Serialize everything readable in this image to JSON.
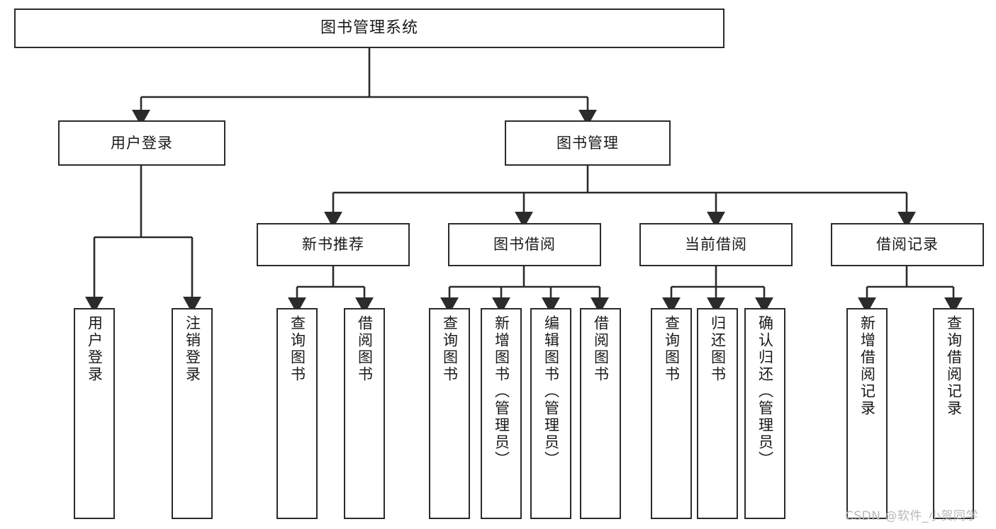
{
  "diagram": {
    "type": "tree",
    "title": "图书管理系统",
    "orientation": "top-down",
    "style": {
      "box_border_color": "#2b2b2b",
      "box_fill_color": "#ffffff",
      "edge_color": "#2b2b2b",
      "background_color": "#ffffff",
      "text_color": "#1a1a1a"
    },
    "root": {
      "label": "图书管理系统"
    },
    "level1": [
      {
        "label": "用户登录"
      },
      {
        "label": "图书管理"
      }
    ],
    "level2": [
      {
        "label": "新书推荐"
      },
      {
        "label": "图书借阅"
      },
      {
        "label": "当前借阅"
      },
      {
        "label": "借阅记录"
      }
    ],
    "leaves": {
      "user_login": [
        {
          "label": "用户登录"
        },
        {
          "label": "注销登录"
        }
      ],
      "new_book_recommend": [
        {
          "label": "查询图书"
        },
        {
          "label": "借阅图书"
        }
      ],
      "book_borrow": [
        {
          "label": "查询图书"
        },
        {
          "label": "新增图书（管理员）"
        },
        {
          "label": "编辑图书（管理员）"
        },
        {
          "label": "借阅图书"
        }
      ],
      "current_borrow": [
        {
          "label": "查询图书"
        },
        {
          "label": "归还图书"
        },
        {
          "label": "确认归还（管理员）"
        }
      ],
      "borrow_record": [
        {
          "label": "新增借阅记录"
        },
        {
          "label": "查询借阅记录"
        }
      ]
    }
  },
  "watermark": {
    "text": "CSDN @软件_小贺同学"
  }
}
